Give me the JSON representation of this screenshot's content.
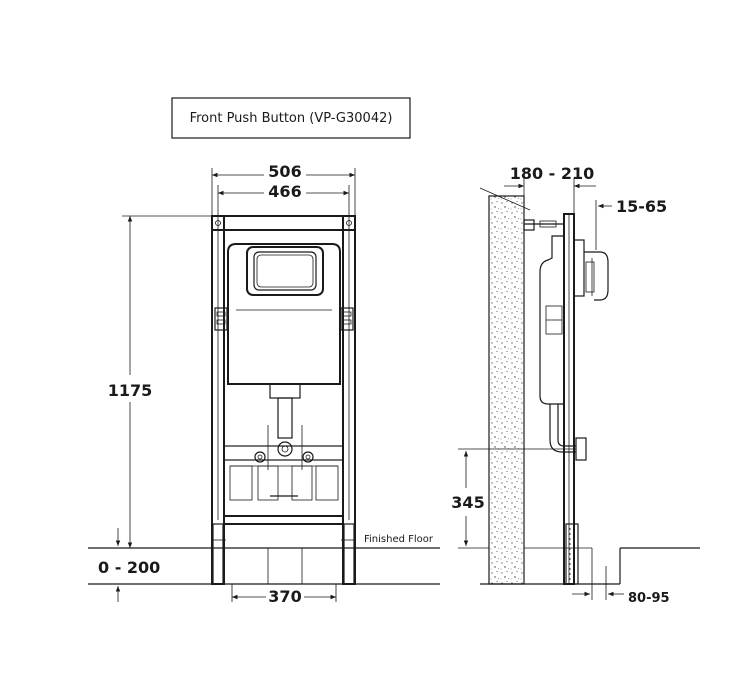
{
  "title_box": {
    "text": "Front Push Button (VP-G30042)"
  },
  "front_view": {
    "width_outer": "506",
    "width_inner": "466",
    "height": "1175",
    "floor_range": "0 - 200",
    "foot_spacing": "370",
    "floor_label": "Finished Floor"
  },
  "side_view": {
    "depth": "180 - 210",
    "plate_offset": "15-65",
    "outlet_height": "345",
    "foot_offset": "80-95"
  },
  "colors": {
    "line": "#1a1a1a",
    "background": "#ffffff"
  }
}
